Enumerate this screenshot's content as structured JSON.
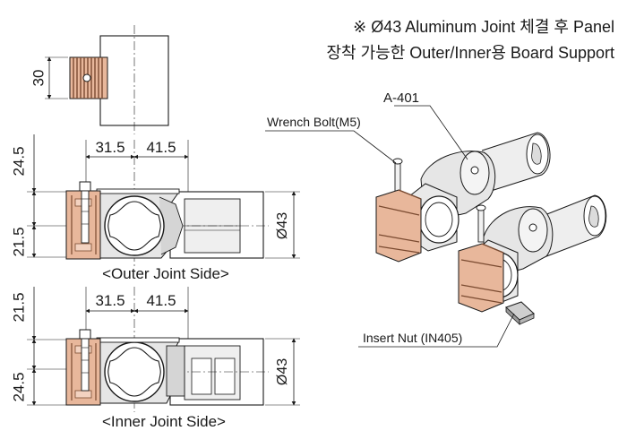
{
  "header": {
    "line1": "※  Ø43 Aluminum Joint 체결 후 Panel",
    "line2": "장착 가능한 Outer/Inner용 Board Support"
  },
  "top_view": {
    "dim_height": "30"
  },
  "outer_view": {
    "dim_left": "31.5",
    "dim_right": "41.5",
    "dim_top": "24.5",
    "dim_bottom": "21.5",
    "dim_dia": "Ø43",
    "caption": "<Outer Joint Side>"
  },
  "inner_view": {
    "dim_left": "31.5",
    "dim_right": "41.5",
    "dim_top": "21.5",
    "dim_bottom": "24.5",
    "dim_dia": "Ø43",
    "caption": "<Inner Joint Side>"
  },
  "iso_view": {
    "label_joint": "A-401",
    "label_bolt": "Wrench Bolt(M5)",
    "label_nut": "Insert Nut (IN405)"
  },
  "colors": {
    "copper": "#e8b79b",
    "copper_dark": "#b77b5c",
    "line": "#1a1a1a",
    "grey": "#d9d9d9"
  }
}
